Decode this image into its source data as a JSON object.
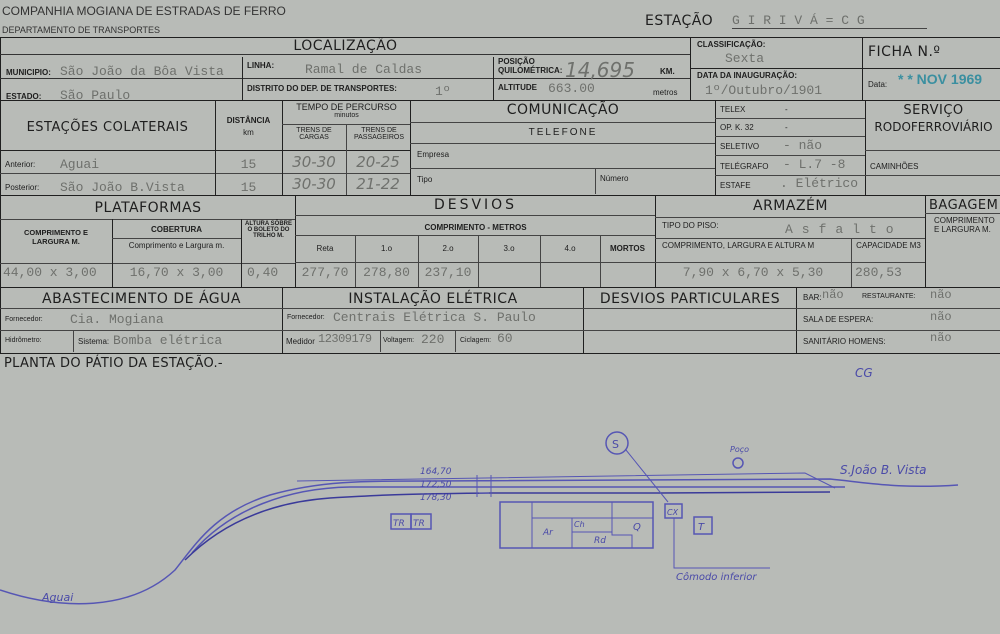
{
  "header": {
    "company": "COMPANHIA MOGIANA DE ESTRADAS DE FERRO",
    "department": "DEPARTAMENTO DE TRANSPORTES",
    "station_label": "ESTAÇÃO",
    "station_name": "G I R I V Á  = C G"
  },
  "localizacao": {
    "title": "LOCALIZAÇÃO",
    "municipio_label": "MUNICIPIO:",
    "municipio": "São João da Bôa Vista",
    "estado_label": "ESTADO:",
    "estado": "São Paulo",
    "linha_label": "LINHA:",
    "linha": "Ramal de Caldas",
    "distrito_label": "DISTRITO DO DEP. DE TRANSPORTES:",
    "distrito": "1º",
    "posicao_label": "POSIÇÃO QUILOMÉTRICA:",
    "posicao": "14,695",
    "km_label": "KM.",
    "altitude_label": "ALTITUDE",
    "altitude": "663.00",
    "metros_label": "metros"
  },
  "classificacao": {
    "label": "CLASSIFICAÇÃO:",
    "value": "Sexta",
    "inauguracao_label": "DATA DA INAUGURAÇÃO:",
    "inauguracao": "1º/Outubro/1901"
  },
  "ficha": {
    "label": "FICHA N.º",
    "data_label": "Data:",
    "data_stamp": "* * NOV 1969"
  },
  "colaterais": {
    "title": "ESTAÇÕES COLATERAIS",
    "distancia_label": "DISTÂNCIA",
    "km": "km",
    "tempo_label": "TEMPO DE PERCURSO",
    "minutos": "minutos",
    "cargas_label": "TRENS DE CARGAS",
    "passageiros_label": "TRENS DE PASSAGEIROS",
    "rows": [
      {
        "label": "Anterior:",
        "station": "Aguai",
        "dist": "15",
        "cargas": "30-30",
        "passageiros": "20-25"
      },
      {
        "label": "Posterior:",
        "station": "São João B.Vista",
        "dist": "15",
        "cargas": "30-30",
        "passageiros": "21-22"
      }
    ]
  },
  "comunicacao": {
    "title": "COMUNICAÇÃO",
    "telefone": "TELEFONE",
    "empresa": "Empresa",
    "tipo": "Tipo",
    "numero": "Número",
    "items": [
      {
        "label": "TELEX",
        "value": "-"
      },
      {
        "label": "OP. K. 32",
        "value": "-"
      },
      {
        "label": "SELETIVO",
        "value": "- não"
      },
      {
        "label": "TELÉGRAFO",
        "value": "- L.7 -8"
      },
      {
        "label": "ESTAFE",
        "value": ". Elétrico"
      }
    ]
  },
  "servico": {
    "title1": "SERVIÇO",
    "title2": "RODOFERROVIÁRIO",
    "caminhoes": "CAMINHÕES"
  },
  "plataformas": {
    "title": "PLATAFORMAS",
    "comp_label": "COMPRIMENTO E LARGURA m.",
    "cobertura_label": "COBERTURA",
    "cobertura_sub": "Comprimento e Largura m.",
    "altura_label": "ALTURA SÔBRE O BOLETO DO TRILHO m.",
    "comp": "44,00 x 3,00",
    "cobertura": "16,70 x 3,00",
    "altura": "0,40"
  },
  "desvios": {
    "title": "DESVIOS",
    "comp_label": "COMPRIMENTO - metros",
    "cols": [
      "Reta",
      "1.o",
      "2.o",
      "3.o",
      "4.o",
      "MORTOS"
    ],
    "values": [
      "277,70",
      "278,80",
      "237,10",
      "",
      "",
      ""
    ]
  },
  "armazem": {
    "title": "ARMAZÉM",
    "piso_label": "TIPO DO PISO:",
    "piso": "Asfalto",
    "dim_label": "COMPRIMENTO, LARGURA E ALTURA m",
    "cap_label": "CAPACIDADE m3",
    "dim": "7,90 x 6,70 x 5,30",
    "cap": "280,53"
  },
  "bagagem": {
    "title": "BAGAGEM",
    "label": "COMPRIMENTO E LARGURA m."
  },
  "agua": {
    "title": "ABASTECIMENTO DE ÁGUA",
    "fornecedor_label": "Fornecedor:",
    "fornecedor": "Cia. Mogiana",
    "hidrometro_label": "Hidrômetro:",
    "sistema_label": "Sistema:",
    "sistema": "Bomba elétrica"
  },
  "eletrica": {
    "title": "INSTALAÇÃO ELÉTRICA",
    "fornecedor_label": "Fornecedor:",
    "fornecedor": "Centrais Elétrica S. Paulo",
    "medidor_label": "Medidor",
    "medidor": "12309179",
    "voltagem_label": "Voltagem:",
    "voltagem": "220",
    "ciclagem_label": "Ciclagem:",
    "ciclagem": "60"
  },
  "particulares": {
    "title": "DESVIOS PARTICULARES"
  },
  "servicos": {
    "bar_label": "BAR:",
    "bar": "não",
    "restaurante_label": "RESTAURANTE:",
    "restaurante": "não",
    "sala_label": "SALA DE ESPERA:",
    "sala": "não",
    "sanitario_label": "SANITÁRIO HOMENS:",
    "sanitario": "não"
  },
  "planta": {
    "title": "PLANTA DO PÁTIO DA ESTAÇÃO.-",
    "code": "CG",
    "tracks": [
      "164,70",
      "172,50",
      "178,30"
    ],
    "labels": {
      "s": "S",
      "poco": "Poço",
      "dest": "S.João B. Vista",
      "origin": "Aguai",
      "tr": "TR",
      "ar": "Ar",
      "ch": "Ch",
      "rd": "Rd",
      "q": "Q",
      "cx": "CX",
      "t": "T",
      "comodo": "Cômodo inferior"
    }
  }
}
